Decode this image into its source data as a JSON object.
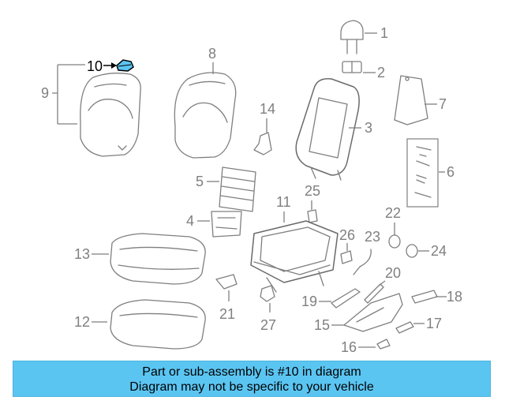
{
  "diagram": {
    "callouts": {
      "c1": "1",
      "c2": "2",
      "c3": "3",
      "c4": "4",
      "c5": "5",
      "c6": "6",
      "c7": "7",
      "c8": "8",
      "c9": "9",
      "c10": "10",
      "c11": "11",
      "c12": "12",
      "c13": "13",
      "c14": "14",
      "c15": "15",
      "c16": "16",
      "c17": "17",
      "c18": "18",
      "c19": "19",
      "c20": "20",
      "c21": "21",
      "c22": "22",
      "c23": "23",
      "c24": "24",
      "c25": "25",
      "c26": "26",
      "c27": "27"
    },
    "highlight_color": "#5bc5f2"
  },
  "caption": {
    "line1": "Part or sub-assembly is #10 in diagram",
    "line2": "Diagram may not be specific to your vehicle",
    "background": "#5bc5f2"
  }
}
